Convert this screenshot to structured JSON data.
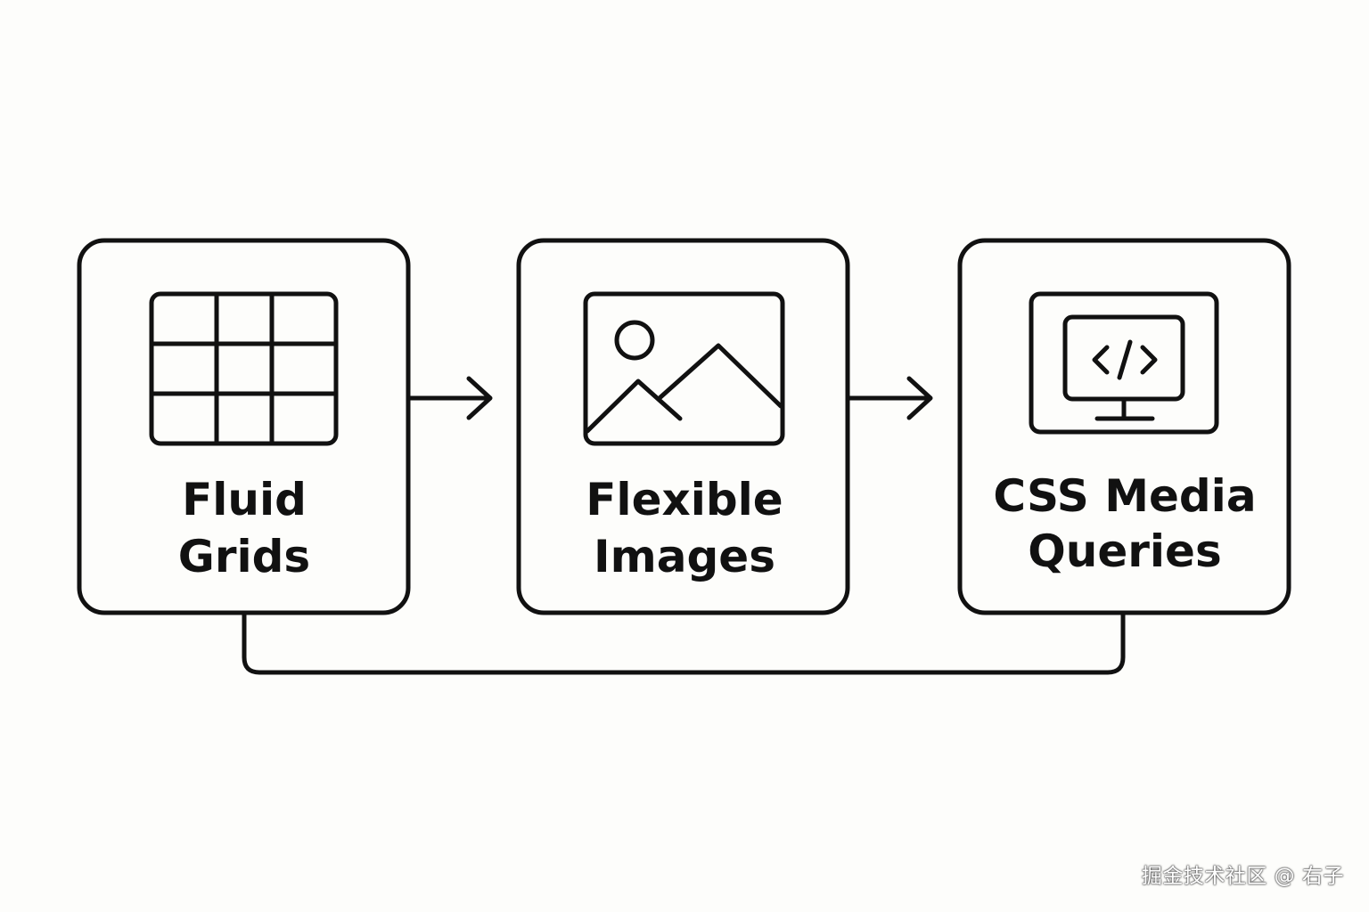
{
  "nodes": [
    {
      "id": "fluid-grids",
      "icon": "grid-icon",
      "label_lines": [
        "Fluid",
        "Grids"
      ]
    },
    {
      "id": "flexible-images",
      "icon": "image-icon",
      "label_lines": [
        "Flexible",
        "Images"
      ]
    },
    {
      "id": "css-media-queries",
      "icon": "monitor-code-icon",
      "label_lines": [
        "CSS Media",
        "Queries"
      ]
    }
  ],
  "edges": [
    {
      "from": "fluid-grids",
      "to": "flexible-images",
      "style": "arrow"
    },
    {
      "from": "flexible-images",
      "to": "css-media-queries",
      "style": "arrow"
    },
    {
      "from": "fluid-grids",
      "to": "css-media-queries",
      "style": "bottom-connector"
    }
  ],
  "colors": {
    "stroke": "#111111",
    "background": "#fdfdfb"
  },
  "watermark": "掘金技术社区 @ 右子"
}
